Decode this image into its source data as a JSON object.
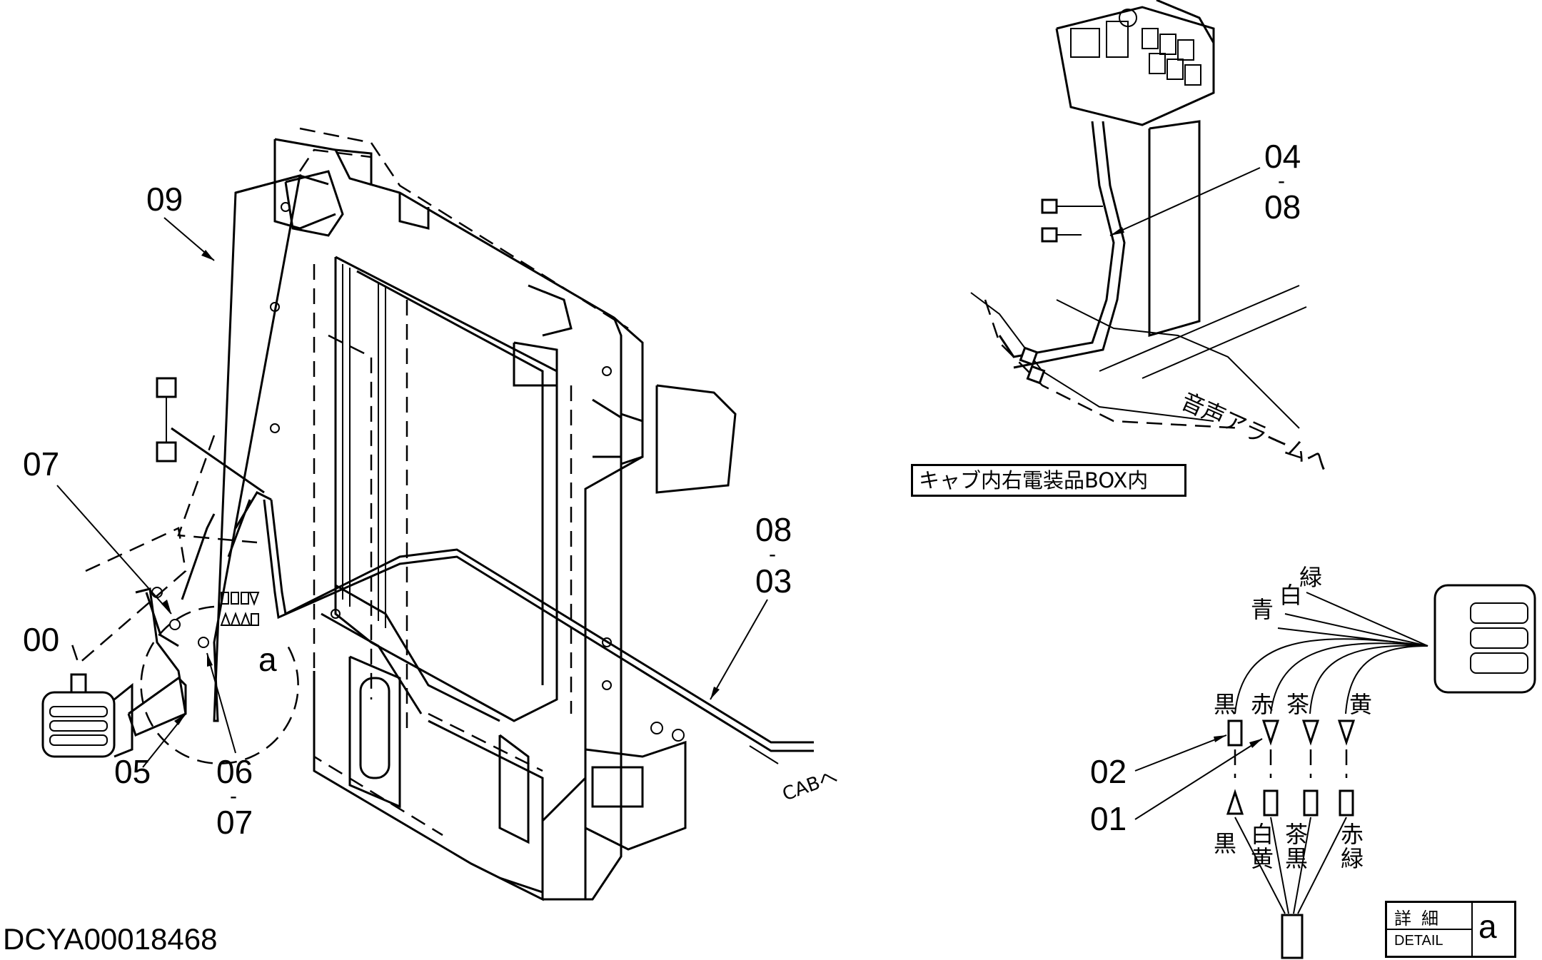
{
  "document": {
    "id": "DCYA00018468"
  },
  "callouts": {
    "c09": "09",
    "c07_top": "07",
    "c00": "00",
    "c05": "05",
    "c06": "06",
    "c07_bottom": "07",
    "c08_mid": "08",
    "c03": "03",
    "c04": "04",
    "c08_top": "08",
    "c02": "02",
    "c01": "01",
    "detail_ref": "a",
    "separator": "-"
  },
  "annotations": {
    "cab_label": "CABへ",
    "alarm_label": "音声アラームへ",
    "box_label": "キャブ内右電装品BOX内"
  },
  "wire_colors": {
    "green": "緑",
    "white": "白",
    "blue": "青",
    "black": "黒",
    "red": "赤",
    "brown": "茶",
    "yellow": "黄",
    "lower_black": "黒",
    "white_yellow_1": "白",
    "white_yellow_2": "黄",
    "brown_black_1": "茶",
    "brown_black_2": "黒",
    "red_green_1": "赤",
    "red_green_2": "緑"
  },
  "detail_box": {
    "label_jp": "詳細",
    "label_en": "DETAIL",
    "ref": "a"
  }
}
